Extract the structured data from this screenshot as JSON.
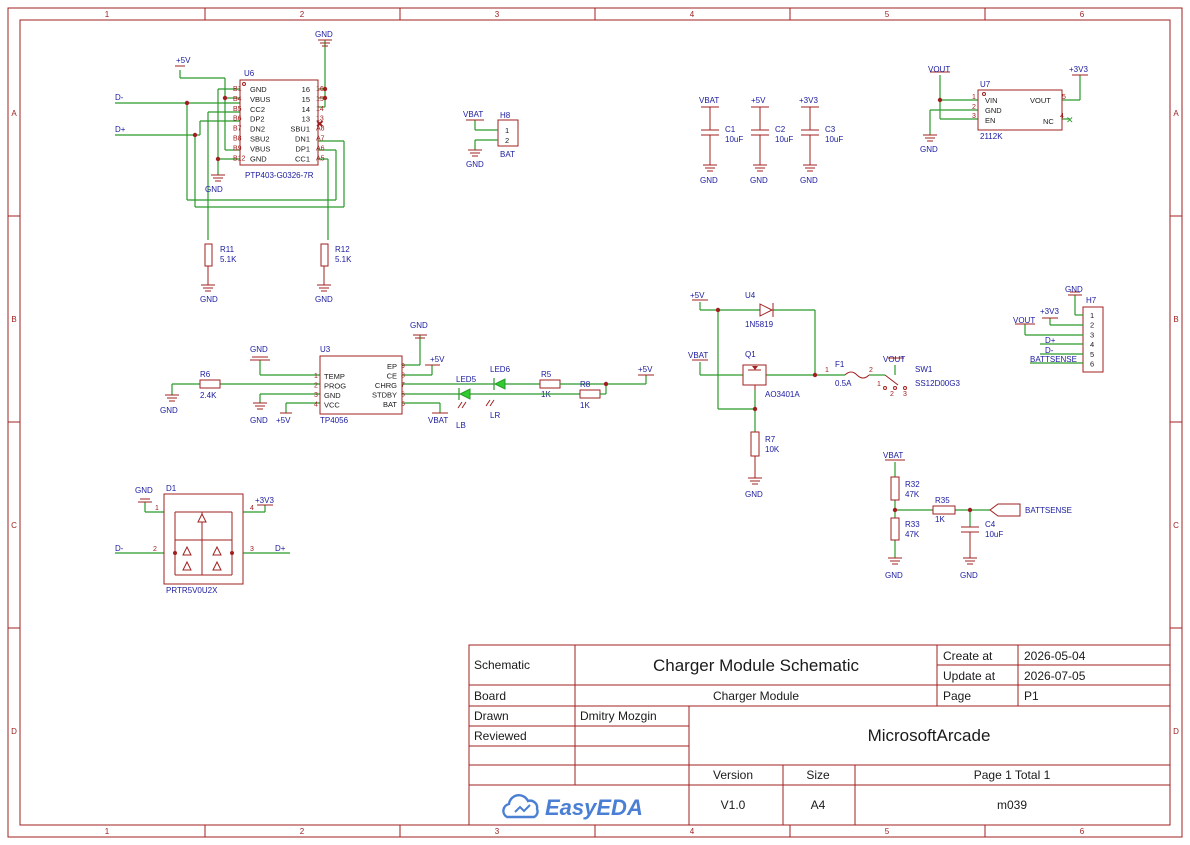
{
  "border": {
    "columns": [
      "1",
      "2",
      "3",
      "4",
      "5",
      "6"
    ],
    "rows": [
      "A",
      "B",
      "C",
      "D"
    ]
  },
  "title_block": {
    "schematic_label": "Schematic",
    "schematic_value": "Charger Module Schematic",
    "create_label": "Create at",
    "create_value": "2026-05-04",
    "update_label": "Update at",
    "update_value": "2026-07-05",
    "board_label": "Board",
    "board_value": "Charger Module",
    "page_label": "Page",
    "page_value": "P1",
    "drawn_label": "Drawn",
    "drawn_value": "Dmitry Mozgin",
    "reviewed_label": "Reviewed",
    "project": "MicrosoftArcade",
    "version_label": "Version",
    "version_value": "V1.0",
    "size_label": "Size",
    "size_value": "A4",
    "pages": "Page  1  Total  1",
    "part_no": "m039",
    "logo": "EasyEDA",
    "logo_icon": "cloud-logo-icon"
  },
  "nets": {
    "gnd": "GND",
    "p5v": "+5V",
    "p3v3": "+3V3",
    "vbat": "VBAT",
    "vout": "VOUT",
    "dminus": "D-",
    "dplus": "D+",
    "battsense": "BATTSENSE"
  },
  "u6": {
    "ref": "U6",
    "part": "PTP403-G0326-7R",
    "left_pins": [
      {
        "num": "B1",
        "name": "GND"
      },
      {
        "num": "B4",
        "name": "VBUS"
      },
      {
        "num": "B5",
        "name": "CC2"
      },
      {
        "num": "B6",
        "name": "DP2"
      },
      {
        "num": "B7",
        "name": "DN2"
      },
      {
        "num": "B8",
        "name": "SBU2"
      },
      {
        "num": "B9",
        "name": "VBUS"
      },
      {
        "num": "B12",
        "name": "GND"
      }
    ],
    "right_pins": [
      {
        "num": "16",
        "name": "16"
      },
      {
        "num": "15",
        "name": "15"
      },
      {
        "num": "14",
        "name": "14"
      },
      {
        "num": "13",
        "name": "13"
      },
      {
        "num": "A8",
        "name": "SBU1"
      },
      {
        "num": "A7",
        "name": "DN1"
      },
      {
        "num": "A6",
        "name": "DP1"
      },
      {
        "num": "A5",
        "name": "CC1"
      }
    ]
  },
  "r11": {
    "ref": "R11",
    "value": "5.1K"
  },
  "r12": {
    "ref": "R12",
    "value": "5.1K"
  },
  "h8": {
    "ref": "H8",
    "pins": [
      "1",
      "2"
    ],
    "name": "BAT"
  },
  "c1": {
    "ref": "C1",
    "value": "10uF"
  },
  "c2": {
    "ref": "C2",
    "value": "10uF"
  },
  "c3": {
    "ref": "C3",
    "value": "10uF"
  },
  "u7": {
    "ref": "U7",
    "part": "2112K",
    "left_pins": [
      {
        "num": "1",
        "name": "VIN"
      },
      {
        "num": "2",
        "name": "GND"
      },
      {
        "num": "3",
        "name": "EN"
      }
    ],
    "right_pins": [
      {
        "num": "5",
        "name": "VOUT"
      },
      {
        "num": "4",
        "name": "NC"
      }
    ]
  },
  "u3": {
    "ref": "U3",
    "part": "TP4056",
    "left_pins": [
      {
        "num": "1",
        "name": "TEMP"
      },
      {
        "num": "2",
        "name": "PROG"
      },
      {
        "num": "3",
        "name": "GND"
      },
      {
        "num": "4",
        "name": "VCC"
      }
    ],
    "right_pins": [
      {
        "num": "9",
        "name": "EP"
      },
      {
        "num": "8",
        "name": "CE"
      },
      {
        "num": "7",
        "name": "CHRG"
      },
      {
        "num": "6",
        "name": "STDBY"
      },
      {
        "num": "5",
        "name": "BAT"
      }
    ]
  },
  "r6": {
    "ref": "R6",
    "value": "2.4K"
  },
  "led5": {
    "ref": "LED5",
    "name": "LB"
  },
  "led6": {
    "ref": "LED6",
    "name": "LR"
  },
  "r5": {
    "ref": "R5",
    "value": "1K"
  },
  "r8": {
    "ref": "R8",
    "value": "1K"
  },
  "u4": {
    "ref": "U4",
    "part": "1N5819"
  },
  "q1": {
    "ref": "Q1",
    "part": "AO3401A"
  },
  "r7": {
    "ref": "R7",
    "value": "10K"
  },
  "f1": {
    "ref": "F1",
    "value": "0.5A",
    "pin1": "1",
    "pin2": "2"
  },
  "sw1": {
    "ref": "SW1",
    "part": "SS12D00G3",
    "pins": [
      "1",
      "2",
      "3"
    ]
  },
  "h7": {
    "ref": "H7",
    "pins": [
      "1",
      "2",
      "3",
      "4",
      "5",
      "6"
    ],
    "labels": [
      "GND",
      "+3V3",
      "VOUT",
      "D+",
      "D-",
      "BATTSENSE"
    ]
  },
  "r32": {
    "ref": "R32",
    "value": "47K"
  },
  "r33": {
    "ref": "R33",
    "value": "47K"
  },
  "r35": {
    "ref": "R35",
    "value": "1K"
  },
  "c4": {
    "ref": "C4",
    "value": "10uF"
  },
  "d1": {
    "ref": "D1",
    "part": "PRTR5V0U2X",
    "pins": [
      "1",
      "2",
      "3",
      "4"
    ]
  }
}
